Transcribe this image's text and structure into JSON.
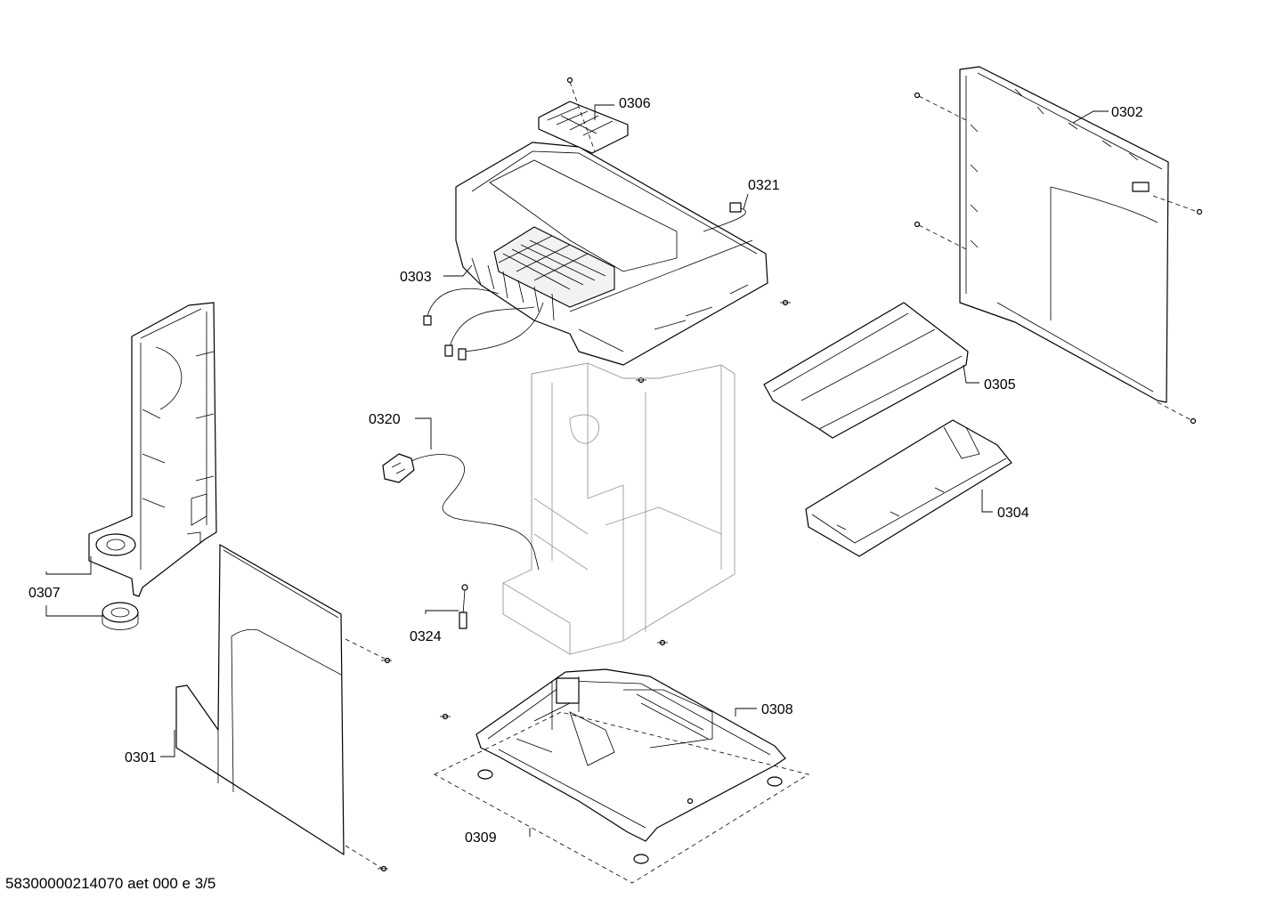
{
  "labels": {
    "p0301": "0301",
    "p0302": "0302",
    "p0303": "0303",
    "p0304": "0304",
    "p0305": "0305",
    "p0306": "0306",
    "p0307": "0307",
    "p0308": "0308",
    "p0309": "0309",
    "p0320": "0320",
    "p0321": "0321",
    "p0324": "0324"
  },
  "footer": {
    "document_id": "58300000214070 aet 000 e 3/5"
  }
}
